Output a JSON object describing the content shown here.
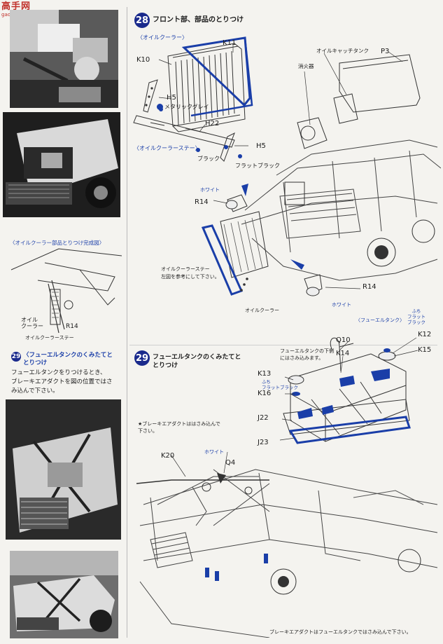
{
  "watermark": {
    "logo_main": "高手网",
    "logo_sub": "gao.shou.com"
  },
  "left_column": {
    "caption_oil_cooler_done": "〈オイルクーラー部品とりつけ完成図〉",
    "detail_labels": {
      "oil_cooler": "オイル\nクーラー",
      "r14": "R14",
      "stay": "オイルクーラーステー"
    },
    "step29": {
      "number": "29",
      "title_line1": "〈フューエルタンクのくみたてと",
      "title_line2": "とりつけ",
      "body": [
        "フューエルタンクをりつけるとき、",
        "ブレーキエアダクトを図の位置ではさ",
        "み込んで下さい。"
      ]
    }
  },
  "step28": {
    "number": "28",
    "title": "フロント部、部品のとりつけ",
    "sub_oil_cooler": "〈オイルクーラー〉",
    "sub_stay": "〈オイルクーラーステー〉",
    "paint_metallic_gray": "メタリックグレイ",
    "paint_black": "ブラック",
    "paint_flat_black": "フラットブラック",
    "paint_white_1": "ホワイト",
    "paint_white_2": "ホワイト",
    "oil_catch_tank": "オイルキャッチタンク",
    "muffler": "消火器",
    "note_stay_1": "オイルクーラーステー",
    "note_stay_2": "左図を参考にして下さい。",
    "oil_cooler_label": "オイルクーラー",
    "parts": {
      "k10": "K10",
      "k11": "K11",
      "h5a": "H5",
      "h22": "H22",
      "h5b": "H5",
      "p3": "P3",
      "r14a": "R14",
      "r14b": "R14"
    }
  },
  "step29": {
    "number": "29",
    "title_line1": "フューエルタンクのくみたてと",
    "title_line2": "とりつけ",
    "sub_fuel_tank": "〈フューエルタンク〉",
    "paint_flat_black_top_1": "ふち",
    "paint_flat_black_top_2": "フラット",
    "paint_flat_black_top_3": "ブラック",
    "note_fuel_1": "フューエルタンクの下側",
    "note_fuel_2": "にはさみ込みます。",
    "paint_fuchi": "ふち",
    "paint_flat_black": "フラットブラック",
    "note_brake_1": "★ブレーキエアダクトははさみ込んで",
    "note_brake_2": "下さい。",
    "paint_white": "ホワイト",
    "bottom_note": "ブレーキエアダクトはフューエルタンクではさみ込んで下さい。",
    "parts": {
      "q10": "Q10",
      "k12": "K12",
      "k14": "K14",
      "k15": "K15",
      "k13": "K13",
      "k16": "K16",
      "j22": "J22",
      "j23": "J23",
      "k20": "K20",
      "q4": "Q4"
    }
  },
  "colors": {
    "accent_blue": "#1a3ea8",
    "badge_blue": "#1a2a8c",
    "logo_red": "#c0302a",
    "paper": "#f4f3ef"
  }
}
